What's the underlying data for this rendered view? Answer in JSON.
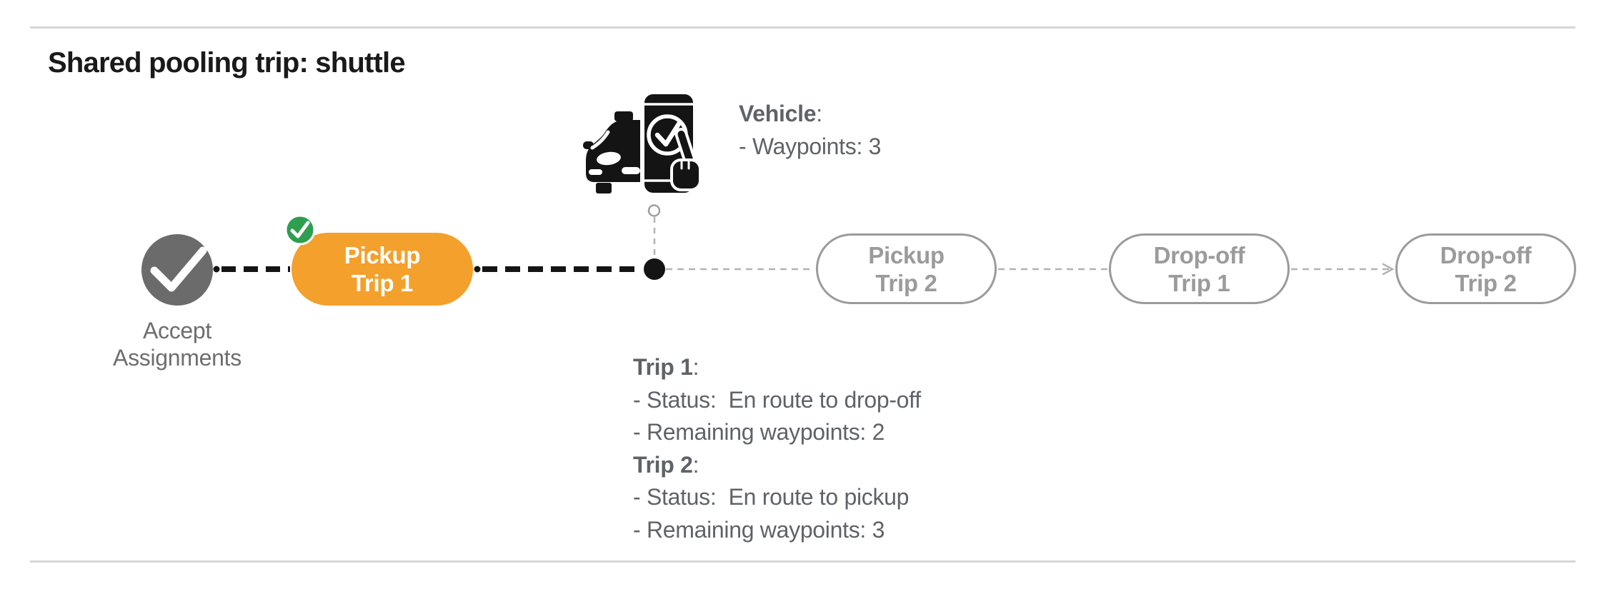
{
  "page": {
    "title": "Shared pooling trip: shuttle"
  },
  "colors": {
    "accent-orange": "#F4A02C",
    "success-green": "#2E9E50",
    "node-gray": "#6B6B6B",
    "pill-gray": "#9B9B9B",
    "connector-black": "#141414",
    "connector-gray": "#B3B3B3",
    "text-dark": "#1A1A1A",
    "text-gray": "#5F6368",
    "label-gray": "#6E6E6E",
    "rule-gray": "#D6D6D6"
  },
  "timeline": {
    "start": {
      "line1": "Accept",
      "line2": "Assignments",
      "state": "completed"
    },
    "nodes": [
      {
        "line1": "Pickup",
        "line2": "Trip 1",
        "state": "active"
      },
      {
        "line1": "Pickup",
        "line2": "Trip 2",
        "state": "upcoming"
      },
      {
        "line1": "Drop-off",
        "line2": "Trip 1",
        "state": "upcoming"
      },
      {
        "line1": "Drop-off",
        "line2": "Trip 2",
        "state": "upcoming"
      }
    ]
  },
  "vehicle_info": {
    "heading": "Vehicle",
    "colon": ":",
    "waypoints": "- Waypoints: 3"
  },
  "trip_info": {
    "colon": ":",
    "trip1_heading": "Trip 1",
    "trip1_status": "- Status:  En route to drop-off",
    "trip1_waypoints": "- Remaining waypoints: 2",
    "trip2_heading": "Trip 2",
    "trip2_status": "- Status:  En route to pickup",
    "trip2_waypoints": "- Remaining waypoints: 3"
  },
  "icons": {
    "vehicle": "vehicle-phone-check-icon",
    "completed_badge": "check-icon",
    "start_node": "check-icon",
    "current_position": "position-dot-icon",
    "next_connector": "arrow-right-icon"
  }
}
